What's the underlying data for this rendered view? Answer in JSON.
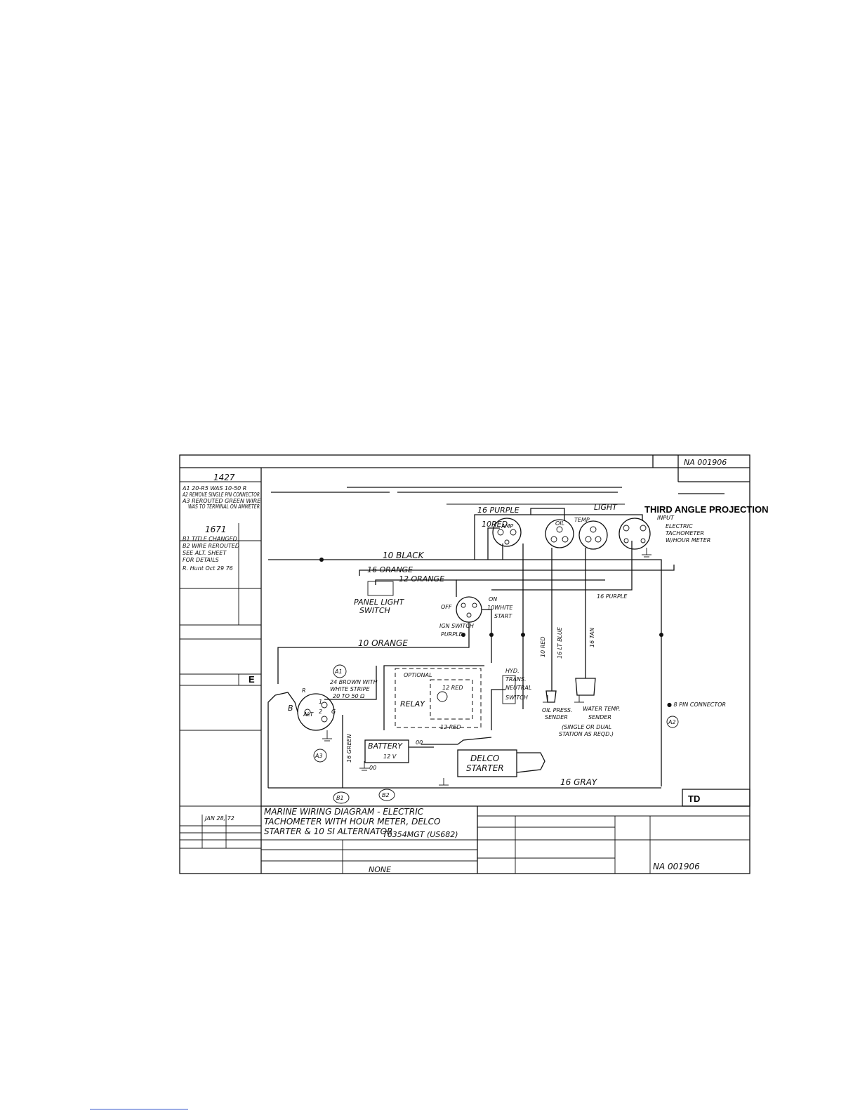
{
  "drawing": {
    "number_top": "NA 001906",
    "number_bottom": "NA 001906",
    "projection": "THIRD ANGLE PROJECTION",
    "td": "TD"
  },
  "revisions": {
    "rev1_num": "1427",
    "rev1_a1": "A1 20-R5 WAS 10-50 R",
    "rev1_a2": "A2 REMOVE SINGLE PIN CONNECTOR",
    "rev1_a3": "A3 REROUTED GREEN WIRE",
    "rev1_a3b": "WAS TO TERMINAL ON AMMETER",
    "rev2_num": "1671",
    "rev2_b1": "B1 TITLE CHANGED",
    "rev2_b2": "B2 WIRE REROUTED",
    "rev2_b3": "SEE ALT. SHEET",
    "rev2_b4": "FOR DETAILS",
    "rev2_sig": "R. Hunt  Oct 29 76",
    "letter": "E",
    "date": "JAN 28, 72"
  },
  "title_block": {
    "line1": "MARINE WIRING DIAGRAM - ELECTRIC",
    "line2": "TACHOMETER WITH HOUR METER, DELCO",
    "line3": "STARTER & 10 SI ALTERNATOR",
    "model": "T6354MGT (US682)",
    "scale": "NONE"
  },
  "labels": {
    "w16purple_top": "16 PURPLE",
    "w10red_top": "10RED",
    "light": "LIGHT",
    "input": "INPUT",
    "tach1": "ELECTRIC",
    "tach2": "TACHOMETER",
    "tach3": "W/HOUR METER",
    "amp": "AMP",
    "oil": "OIL",
    "temp": "TEMP",
    "w10black": "10 BLACK",
    "w16orange": "16 ORANGE",
    "w12orange": "12 ORANGE",
    "w16purple_right": "16 PURPLE",
    "panel1": "PANEL LIGHT",
    "panel2": "SWITCH",
    "on": "ON",
    "off": "OFF",
    "w10white": "10WHITE",
    "start": "START",
    "ign1": "IGN SWITCH",
    "ign2": "PURPLE",
    "w10orange": "10 ORANGE",
    "w10red_v": "10 RED",
    "w16ltblue": "16 LT BLUE",
    "w16tan": "16 TAN",
    "a1": "A1",
    "brown1": "24 BROWN WITH",
    "brown2": "WHITE STRIPE",
    "brown3": "20 TO 50 Ω",
    "optional": "OPTIONAL",
    "w12red_a": "12 RED",
    "relay": "RELAY",
    "w12red_b": "12 RED",
    "hyd1": "HYD.",
    "hyd2": "TRANS.",
    "hyd3": "NEUTRAL",
    "hyd4": "SWITCH",
    "oilp1": "OIL PRESS.",
    "oilp2": "SENDER",
    "wat1": "WATER TEMP.",
    "wat2": "SENDER",
    "station1": "(SINGLE OR DUAL",
    "station2": "STATION AS REQD.)",
    "connector": "● 8 PIN CONNECTOR",
    "a2": "A2",
    "alt_r": "R",
    "alt_1": "1",
    "alt_2": "2",
    "alt_b": "B",
    "alt": "ALT",
    "alt_g": "G",
    "a3": "A3",
    "w16green": "16 GREEN",
    "battery": "BATTERY",
    "batv": "12 V",
    "bat_00a": "00",
    "bat_00b": "00",
    "starter1": "DELCO",
    "starter2": "STARTER",
    "w16gray": "16 GRAY",
    "b1": "B1",
    "b2": "B2"
  }
}
